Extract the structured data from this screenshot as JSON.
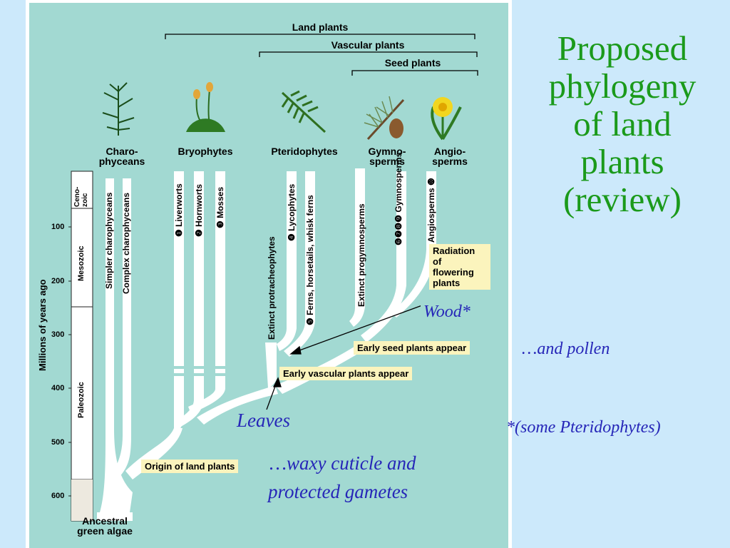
{
  "slide": {
    "title": "Proposed\nphylogeny\nof land\nplants\n(review)",
    "notes": {
      "wood": "Wood*",
      "pollen": "…and pollen",
      "some_pteridophytes": "*(some Pteridophytes)",
      "leaves": "Leaves",
      "waxy_line1": "…waxy cuticle and",
      "waxy_line2": "protected gametes"
    }
  },
  "figure": {
    "brackets": {
      "land": "Land plants",
      "vascular": "Vascular plants",
      "seed": "Seed plants"
    },
    "groups": {
      "charophyceans": "Charo-\nphyceans",
      "bryophytes": "Bryophytes",
      "pteridophytes": "Pteridophytes",
      "gymnosperms": "Gymno-\nsperms",
      "angiosperms": "Angio-\nsperms"
    },
    "lineages": {
      "simpler_charophyceans": "Simpler charophyceans",
      "complex_charophyceans": "Complex charophyceans",
      "liverworts": "❶ Liverworts",
      "hornworts": "❷ Hornworts",
      "mosses": "❸ Mosses",
      "protracheophytes": "Extinct protracheophytes",
      "lycophytes": "❹ Lycophytes",
      "ferns": "❺ Ferns, horsetails, whisk ferns",
      "progymnosperms": "Extinct progymnosperms",
      "gymnosperms": "❻❼❽❾ Gymnosperms",
      "angiosperms": "Angiosperms ❿"
    },
    "events": {
      "radiation": "Radiation\nof\nflowering\nplants",
      "early_seed": "Early seed plants appear",
      "early_vascular": "Early vascular plants appear",
      "origin": "Origin of land plants",
      "ancestral": "Ancestral\ngreen algae"
    },
    "axis": {
      "title": "Millions of years ago",
      "ticks": [
        "100",
        "200",
        "300",
        "400",
        "500",
        "600"
      ],
      "eras": {
        "cenozoic": "Ceno-\nzoic",
        "mesozoic": "Mesozoic",
        "paleozoic": "Paleozoic"
      }
    },
    "colors": {
      "panel": "#a2d9d2",
      "branch": "#ffffff",
      "callout": "#fbf4bd",
      "title": "#1b9a1b",
      "notes": "#2626b8"
    }
  }
}
